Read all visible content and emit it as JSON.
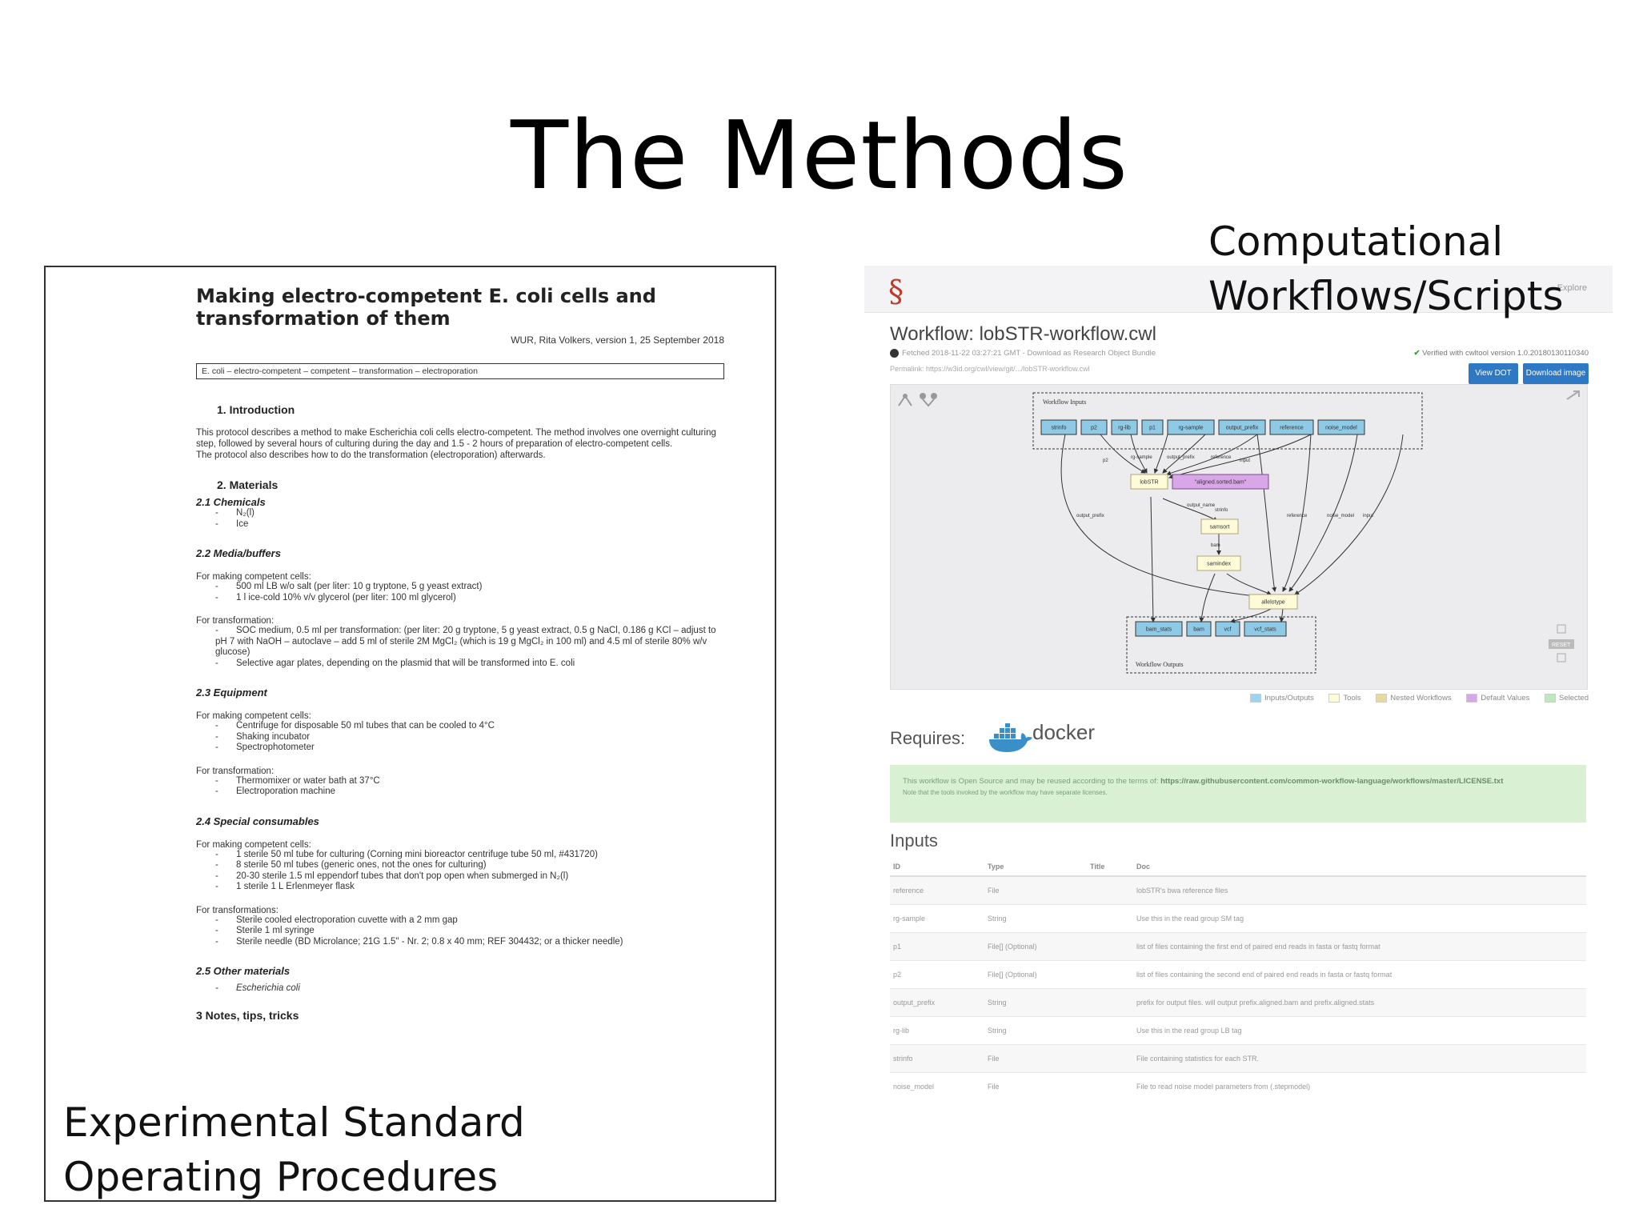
{
  "slide": {
    "title": "The Methods",
    "sop_caption_line1": "Experimental Standard",
    "sop_caption_line2": "Operating Procedures",
    "wf_caption_line1": "Computational",
    "wf_caption_line2": "Workflows/Scripts"
  },
  "sop": {
    "title_line1": "Making electro-competent E. coli cells and",
    "title_line2": "transformation of them",
    "subtitle": "WUR, Rita Volkers, version 1, 25 September 2018",
    "keywords": "E. coli – electro-competent – competent – transformation – electroporation",
    "s1": "1.   Introduction",
    "intro": "This protocol describes a method to make Escherichia coli cells electro-competent. The method involves one overnight culturing step, followed by several hours of culturing during the day and 1.5 - 2 hours of preparation of electro-competent cells.",
    "intro2": "The protocol also describes how to do the transformation (electroporation) afterwards.",
    "s2": "2.   Materials",
    "s21": "2.1 Chemicals",
    "chemicals": [
      "N₂(l)",
      "Ice"
    ],
    "s22": "2.2 Media/buffers",
    "media_lbl1": "For making competent cells:",
    "media1": [
      "500 ml LB w/o salt (per liter: 10 g tryptone, 5 g yeast extract)",
      "1 l ice-cold 10% v/v glycerol (per liter: 100 ml glycerol)"
    ],
    "media_lbl2": "For transformation:",
    "media2": [
      "SOC medium, 0.5 ml per transformation: (per liter: 20 g tryptone, 5 g yeast extract, 0.5 g NaCl, 0.186 g KCl – adjust to pH 7 with NaOH – autoclave – add 5 ml of sterile 2M MgCl₂ (which is 19 g MgCl₂ in 100 ml) and 4.5 ml of sterile 80% w/v glucose)",
      "Selective agar plates, depending on the plasmid that will be transformed into E. coli"
    ],
    "s23": "2.3 Equipment",
    "eq_lbl1": "For making competent cells:",
    "eq1": [
      "Centrifuge for disposable 50 ml tubes that can be cooled to 4°C",
      "Shaking incubator",
      "Spectrophotometer"
    ],
    "eq_lbl2": "For transformation:",
    "eq2": [
      "Thermomixer or water bath at 37°C",
      "Electroporation machine"
    ],
    "s24": "2.4 Special consumables",
    "sc_lbl1": "For making competent cells:",
    "sc1": [
      "1 sterile 50 ml tube for culturing (Corning mini bioreactor centrifuge tube 50 ml, #431720)",
      "8 sterile 50 ml tubes (generic ones, not the ones for culturing)",
      "20-30 sterile 1.5 ml eppendorf tubes that don't pop open when submerged in N₂(l)",
      "1 sterile 1 L Erlenmeyer flask"
    ],
    "sc_lbl2": "For transformations:",
    "sc2": [
      "Sterile cooled electroporation cuvette with a 2 mm gap",
      "Sterile 1 ml syringe",
      "Sterile needle (BD Microlance; 21G 1.5\" - Nr. 2; 0.8 x 40 mm; REF 304432; or a thicker needle)"
    ],
    "s25": "2.5 Other materials",
    "other": [
      "Escherichia coli"
    ],
    "s3": "3    Notes, tips, tricks"
  },
  "workflow": {
    "brand": "§",
    "explore": "Explore",
    "title": "Workflow: lobSTR-workflow.cwl",
    "fetched": "Fetched 2018-11-22 03:27:21 GMT - Download as Research Object Bundle",
    "permalink": "Permalink: https://w3id.org/cwl/view/git/.../lobSTR-workflow.cwl",
    "verified": "Verified with cwltool version 1.0.20180130110340",
    "btn_dot": "View DOT",
    "btn_download": "Download image ▾",
    "graph": {
      "inputs_label": "Workflow Inputs",
      "outputs_label": "Workflow Outputs",
      "inputs": [
        "strinfo",
        "p2",
        "rg-lib",
        "p1",
        "rg-sample",
        "output_prefix",
        "reference",
        "noise_model"
      ],
      "steps": [
        "lobSTR",
        "samsort",
        "samindex",
        "allelotype"
      ],
      "default_value": "\"aligned.sorted.bam\"",
      "outputs": [
        "bam_stats",
        "bam",
        "vcf",
        "vcf_stats"
      ],
      "edge_labels": [
        "p2",
        "rg-sample",
        "output_prefix",
        "reference",
        "input",
        "output_name",
        "strinfo",
        "output_prefix",
        "reference",
        "noise_model",
        "input",
        "bam"
      ],
      "reset": "RESET",
      "colors": {
        "io": "#8ecae6",
        "tool": "#fefcd8",
        "step_border": "#b4a37a",
        "default": "#d9a6e8",
        "bg": "#ececee"
      }
    },
    "legend": [
      "Inputs/Outputs",
      "Tools",
      "Nested Workflows",
      "Default Values",
      "Selected"
    ],
    "legend_colors": [
      "#9ed4ec",
      "#fefcd8",
      "#e8d9a0",
      "#d9a6e8",
      "#bfe8bf"
    ],
    "requires": "Requires:",
    "docker": "docker",
    "license_text": "This workflow is Open Source and may be reused according to the terms of:",
    "license_url": "https://raw.githubusercontent.com/common-workflow-language/workflows/master/LICENSE.txt",
    "license_note": "Note that the tools invoked by the workflow may have separate licenses.",
    "inputs_heading": "Inputs",
    "table_headers": [
      "ID",
      "Type",
      "Title",
      "Doc"
    ],
    "table_rows": [
      [
        "reference",
        "File",
        "",
        "lobSTR's bwa reference files"
      ],
      [
        "rg-sample",
        "String",
        "",
        "Use this in the read group SM tag"
      ],
      [
        "p1",
        "File[] (Optional)",
        "",
        "list of files containing the first end of paired end reads in fasta or fastq format"
      ],
      [
        "p2",
        "File[] (Optional)",
        "",
        "list of files containing the second end of paired end reads in fasta or fastq format"
      ],
      [
        "output_prefix",
        "String",
        "",
        "prefix for output files. will output prefix.aligned.bam and prefix.aligned.stats"
      ],
      [
        "rg-lib",
        "String",
        "",
        "Use this in the read group LB tag"
      ],
      [
        "strinfo",
        "File",
        "",
        "File containing statistics for each STR."
      ],
      [
        "noise_model",
        "File",
        "",
        "File to read noise model parameters from (.stepmodel)"
      ]
    ]
  }
}
